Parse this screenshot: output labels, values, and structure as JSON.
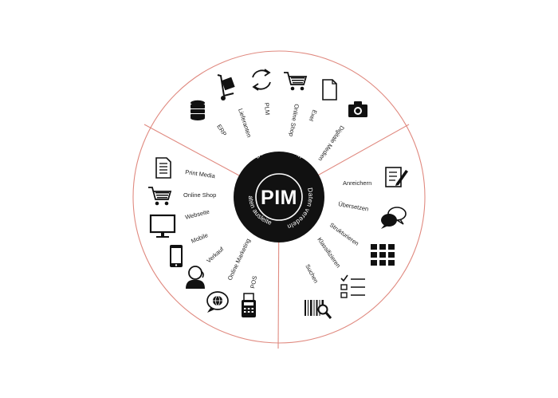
{
  "center": {
    "title": "PIM",
    "ring_labels": {
      "collect": "Daten sammeln",
      "refine": "Daten veredeln",
      "output": "Daten ausleiten"
    }
  },
  "colors": {
    "divider": "#e08a80",
    "hub": "#111111",
    "hub_text": "#ffffff",
    "icon": "#111111",
    "label": "#222222"
  },
  "sectors": {
    "top": {
      "items": [
        {
          "label": "ERP",
          "icon": "database-icon"
        },
        {
          "label": "Lieferanten",
          "icon": "hand-truck-icon"
        },
        {
          "label": "PLM",
          "icon": "cycle-arrows-icon"
        },
        {
          "label": "Online Shop",
          "icon": "shopping-cart-icon"
        },
        {
          "label": "Exel",
          "icon": "document-icon"
        },
        {
          "label": "Digitale Medien",
          "icon": "camera-icon"
        }
      ]
    },
    "right": {
      "items": [
        {
          "label": "Anreichern",
          "icon": "edit-document-icon"
        },
        {
          "label": "Übersetzen",
          "icon": "speech-bubbles-icon"
        },
        {
          "label": "Strukturieren",
          "icon": "grid-icon"
        },
        {
          "label": "Klassifizieren",
          "icon": "checklist-icon"
        },
        {
          "label": "Suchen",
          "icon": "barcode-search-icon"
        }
      ]
    },
    "left": {
      "items": [
        {
          "label": "Print Media",
          "icon": "print-document-icon"
        },
        {
          "label": "Online Shop",
          "icon": "shopping-cart-icon"
        },
        {
          "label": "Webseite",
          "icon": "monitor-icon"
        },
        {
          "label": "Mobile",
          "icon": "smartphone-icon"
        },
        {
          "label": "Verkauf",
          "icon": "salesperson-icon"
        },
        {
          "label": "Online Marketing",
          "icon": "globe-chat-icon"
        },
        {
          "label": "POS",
          "icon": "pos-terminal-icon"
        }
      ]
    }
  }
}
